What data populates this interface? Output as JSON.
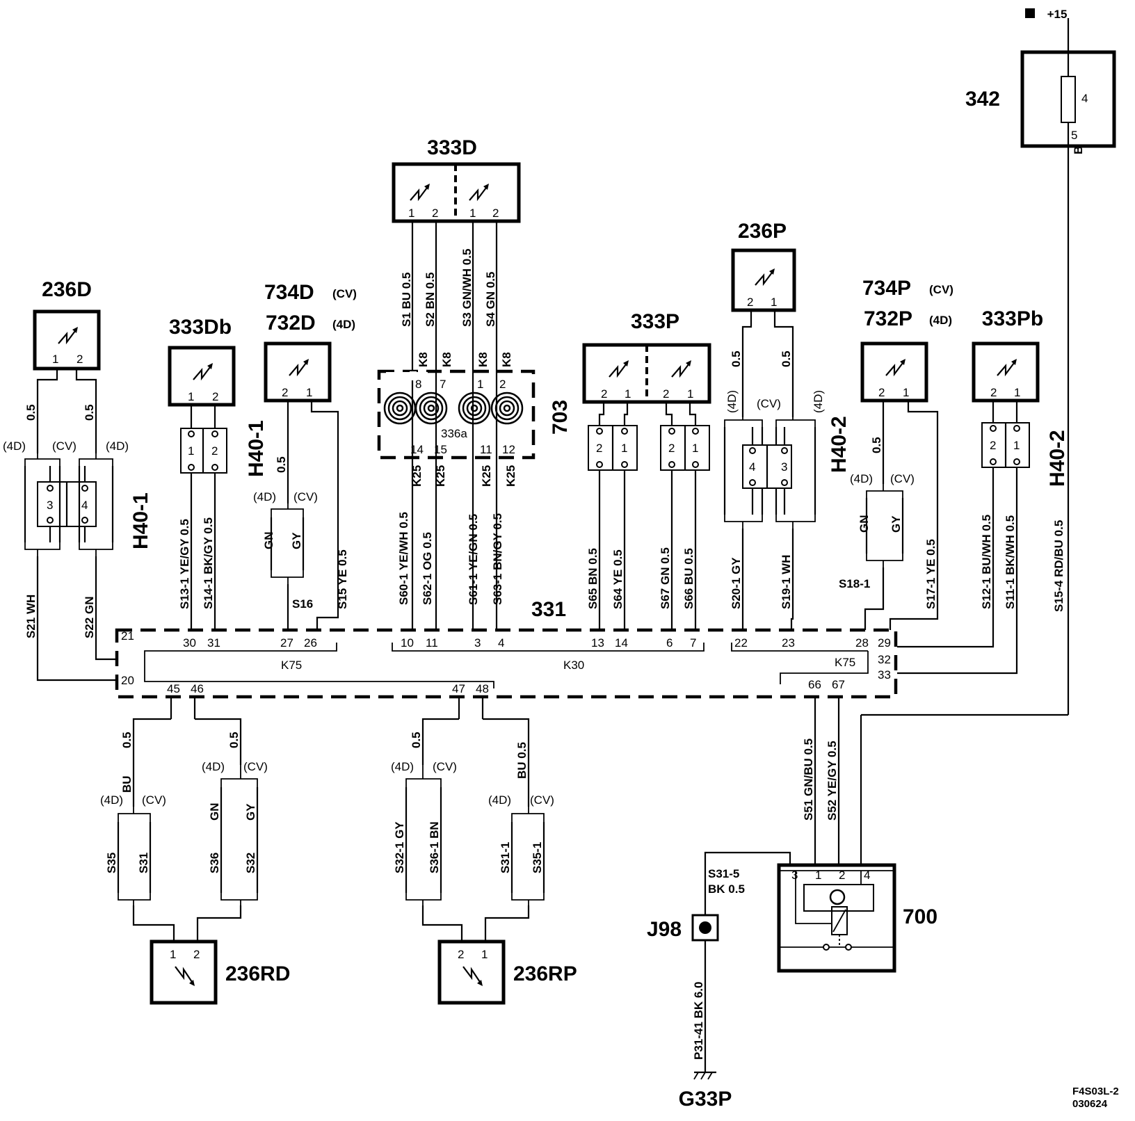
{
  "labels": {
    "plus15": "+15",
    "c342": "342",
    "c342_pin_top": "4",
    "c342_pin_bottom": "5",
    "c342_wire": "B",
    "c333D": "333D",
    "c236D": "236D",
    "c333Db": "333Db",
    "c734D": "734D",
    "c734D_cv": "(CV)",
    "c732D": "732D",
    "c732D_4d": "(4D)",
    "c236P": "236P",
    "c333P": "333P",
    "c734P": "734P",
    "c734P_cv": "(CV)",
    "c732P": "732P",
    "c732P_4d": "(4D)",
    "c333Pb": "333Pb",
    "h40_1_left": "H40-1",
    "h40_1_mid": "H40-1",
    "h40_2_mid": "H40-2",
    "h40_2_right": "H40-2",
    "c703": "703",
    "c336a": "336a",
    "c331": "331",
    "c700": "700",
    "j98": "J98",
    "g33p": "G33P",
    "c236RD": "236RD",
    "c236RP": "236RP",
    "k75_left": "K75",
    "k30": "K30",
    "k75_right": "K75",
    "ref_code": "F4S03L-2",
    "ref_date": "030624"
  },
  "tags": {
    "d4": "(4D)",
    "cv": "(CV)"
  },
  "wires": {
    "s1": "S1  BU  0.5",
    "s2": "S2  BN  0.5",
    "s3": "S3  GN/WH  0.5",
    "s4": "S4  GN  0.5",
    "k8": "K8",
    "s13": "S13-1  YE/GY  0.5",
    "s14": "S14-1  BK/GY  0.5",
    "s16": "S16",
    "s15": "S15  YE  0.5",
    "s21": "S21  WH",
    "s22": "S22  GN",
    "s60": "S60-1  YE/WH  0.5",
    "s62": "S62-1  OG  0.5",
    "s61": "S61-1  YE/GN  0.5",
    "s63": "S63-1  BN/GY  0.5",
    "k25": "K25",
    "s65": "S65  BN  0.5",
    "s64": "S64  YE  0.5",
    "s67": "S67  GN  0.5",
    "s66": "S66  BU  0.5",
    "s20": "S20-1  GY",
    "s19": "S19-1  WH",
    "s18": "S18-1",
    "s17": "S17-1  YE  0.5",
    "s12": "S12-1  BU/WH  0.5",
    "s11": "S11-1  BK/WH  0.5",
    "s15_4": "S15-4  RD/BU  0.5",
    "s51": "S51  GN/BU  0.5",
    "s52": "S52  YE/GY  0.5",
    "s31_5a": "S31-5",
    "s31_5b": "BK  0.5",
    "p31": "P31-41  BK  6.0",
    "gn": "GN",
    "gy": "GY",
    "bu": "BU",
    "bu_05": "BU  0.5",
    "s35": "S35",
    "s31": "S31",
    "s36": "S36",
    "s32": "S32",
    "s32_1": "S32-1  GY",
    "s36_1": "S36-1  BN",
    "s31_1": "S31-1",
    "s35_1": "S35-1",
    "gsize": "0.5"
  },
  "pins": {
    "p1": "1",
    "p2": "2",
    "p3": "3",
    "p4": "4",
    "p6": "6",
    "p7": "7",
    "p8": "8",
    "p10": "10",
    "p11": "11",
    "p12": "12",
    "p13": "13",
    "p14": "14",
    "p15": "15",
    "p20": "20",
    "p21": "21",
    "p22": "22",
    "p23": "23",
    "p26": "26",
    "p27": "27",
    "p28": "28",
    "p29": "29",
    "p30": "30",
    "p31": "31",
    "p32": "32",
    "p33": "33",
    "p45": "45",
    "p46": "46",
    "p47": "47",
    "p48": "48",
    "p66": "66",
    "p67": "67"
  }
}
